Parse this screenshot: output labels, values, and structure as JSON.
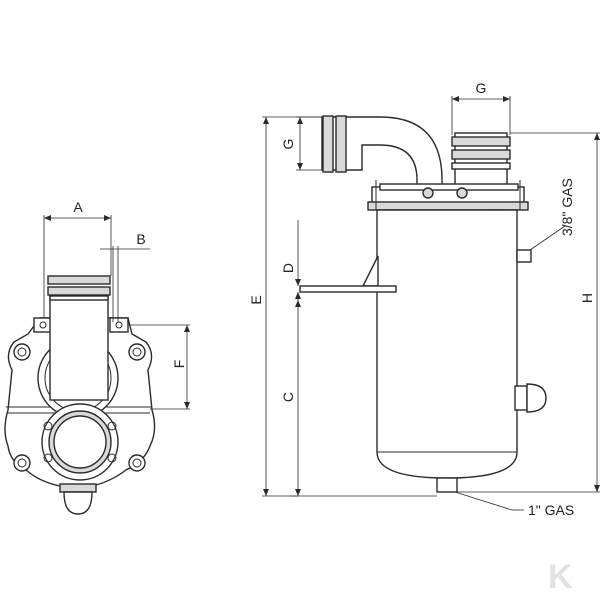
{
  "dimensions": {
    "a": "A",
    "b": "B",
    "c": "C",
    "d": "D",
    "e": "E",
    "f": "F",
    "g_left": "G",
    "g_top": "G",
    "h": "H"
  },
  "annotations": {
    "gas_small": "3/8\" GAS",
    "gas_large": "1\" GAS"
  },
  "logo": "K"
}
